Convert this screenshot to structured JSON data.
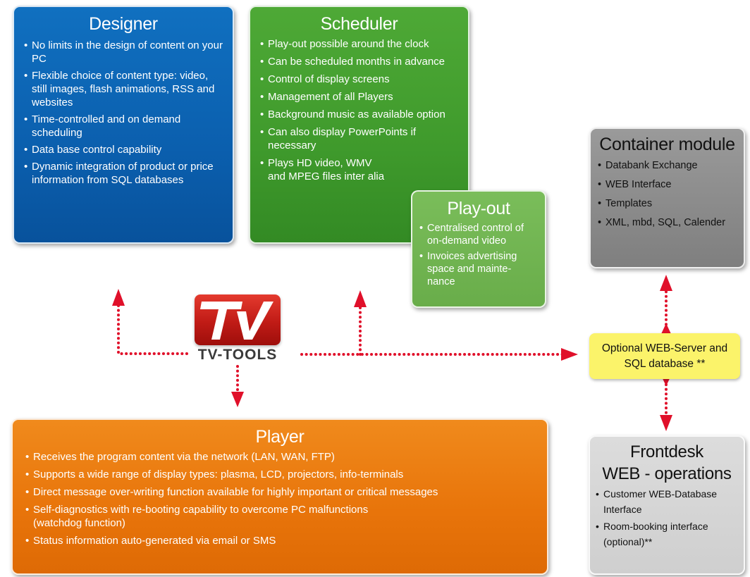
{
  "designer": {
    "title": "Designer",
    "items": [
      "No limits in the design of content on your PC",
      "Flexible choice of content type: video, still images, flash animations, RSS and websites",
      "Time-controlled and on demand scheduling",
      "Data base control capability",
      "Dynamic integration of product or price information from SQL databases"
    ]
  },
  "scheduler": {
    "title": "Scheduler",
    "items": [
      "Play-out possible around the clock",
      "Can be scheduled months in advance",
      "Control of display screens",
      "Management of all Players",
      "Background music as available option",
      "Can also display PowerPoints if necessary",
      "Plays HD video, WMV and MPEG files inter alia"
    ]
  },
  "playout": {
    "title": "Play-out",
    "items": [
      "Centralised control of on-demand video",
      "Invoices advertising space and mainte-nance"
    ]
  },
  "container": {
    "title": "Container module",
    "items": [
      "Databank Exchange",
      "WEB Interface",
      "Templates",
      "XML, mbd, SQL, Calender"
    ]
  },
  "webserver": {
    "line1": "Optional WEB-Server and",
    "line2": "SQL database **"
  },
  "logo": {
    "text": "TV-TOOLS"
  },
  "player": {
    "title": "Player",
    "items": [
      "Receives the program content via the network (LAN, WAN, FTP)",
      "Supports a wide range of display types: plasma, LCD, projectors, info-terminals",
      "Direct message over-writing function available for highly important or critical messages",
      "Self-diagnostics with re-booting capability to overcome PC malfunctions (watchdog function)",
      "Status information auto-generated via email or SMS"
    ]
  },
  "frontdesk": {
    "title_line1": "Frontdesk",
    "title_line2": "WEB - operations",
    "items": [
      "Customer WEB-Database Interface",
      "Room-booking interface (optional)**"
    ]
  },
  "colors": {
    "designer": "#0b5fae",
    "scheduler": "#3f9a2c",
    "playout": "#69ad4a",
    "container": "#8a8a8a",
    "player": "#e8740a",
    "frontdesk": "#d4d4d4",
    "webserver": "#fbf36a",
    "arrow": "#e0102a",
    "logo": "#c01b16"
  }
}
